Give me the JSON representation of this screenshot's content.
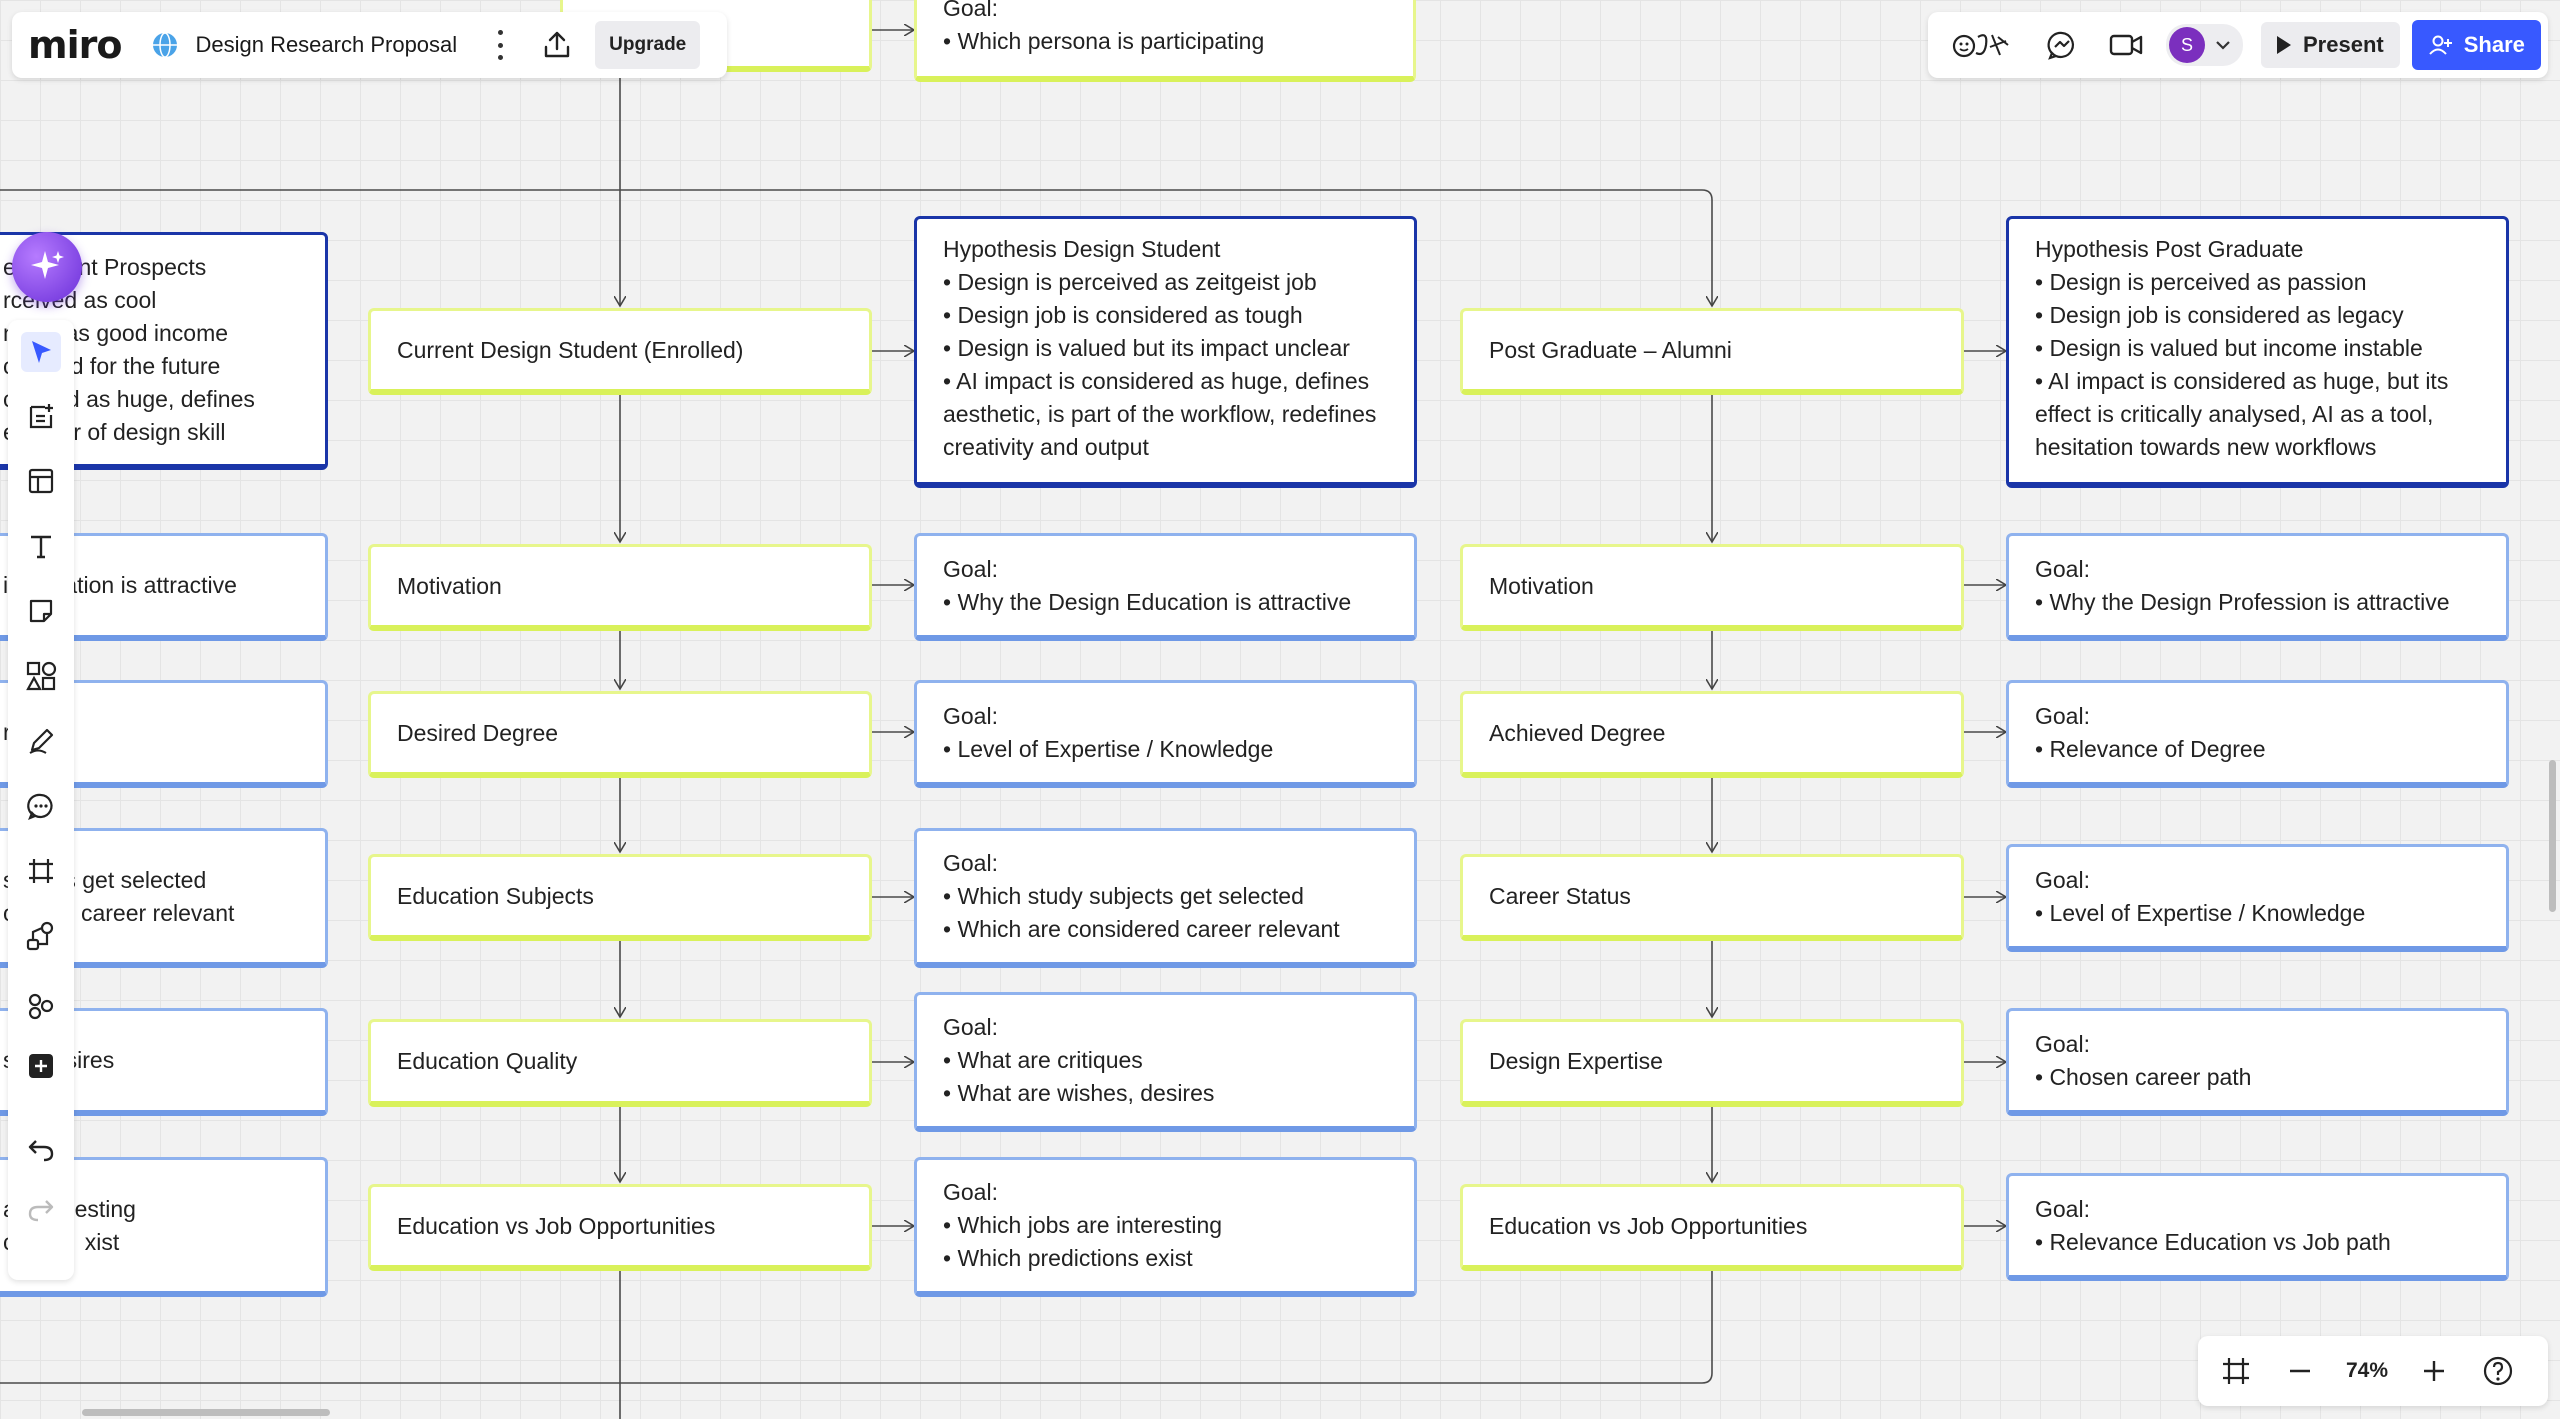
{
  "app": {
    "logo": "miro",
    "board_title": "Design Research Proposal",
    "upgrade_label": "Upgrade"
  },
  "header_right": {
    "present_label": "Present",
    "share_label": "Share",
    "avatar_initial": "S"
  },
  "zoom": {
    "level": "74%"
  },
  "colors": {
    "accent": "#3859ff",
    "ai": "#7b3fe4",
    "yellow_border": "#d9f15a",
    "blue_border": "#6f99e6",
    "navy_border": "#1a35a8"
  },
  "toolbar": {
    "items": [
      "sparkle-ai-icon",
      "select-cursor-icon",
      "add-note-icon",
      "templates-icon",
      "text-icon",
      "sticky-note-icon",
      "shapes-icon",
      "pen-icon",
      "comment-icon",
      "frame-icon",
      "flow-icon",
      "more-apps-icon",
      "add-icon",
      "undo-icon",
      "redo-icon"
    ]
  },
  "board": {
    "top_goal": "Goal:\n• Which persona is participating",
    "left_column": {
      "hypothesis": "es  udent Prospects\nrceived as cool\nns   d as good income\nci    ued for the future\nco   red as huge, defines\ne    nter of design skill",
      "motivation_goal": "ig     cation is attractive",
      "degree_goal": "re",
      "subjects_goal": "s s     s get selected\nor      d career relevant",
      "quality_goal": "sh      sires",
      "opportunities_goal": "ar        esting\nct          xist"
    },
    "student": {
      "title": "Current Design Student (Enrolled)",
      "hypothesis": "Hypothesis Design Student\n• Design is perceived as zeitgeist job\n• Design job is considered as tough\n• Design is valued but its impact unclear\n• AI impact is considered as huge, defines aesthetic, is part of the workflow, redefines creativity and output",
      "rows": [
        {
          "label": "Motivation",
          "goal": "Goal:\n• Why the Design Education is attractive"
        },
        {
          "label": "Desired Degree",
          "goal": "Goal:\n• Level of Expertise / Knowledge"
        },
        {
          "label": "Education Subjects",
          "goal": "Goal:\n• Which study subjects get selected\n• Which are considered career relevant"
        },
        {
          "label": "Education Quality",
          "goal": "Goal:\n• What are critiques\n• What are wishes, desires"
        },
        {
          "label": "Education vs Job Opportunities",
          "goal": "Goal:\n• Which jobs are interesting\n• Which predictions exist"
        }
      ]
    },
    "graduate": {
      "title": "Post Graduate – Alumni",
      "hypothesis": "Hypothesis Post Graduate\n• Design is perceived as passion\n• Design job is considered as legacy\n• Design is valued but income instable\n• AI impact is considered as huge, but its effect is critically analysed, AI as a tool, hesitation towards new workflows",
      "rows": [
        {
          "label": "Motivation",
          "goal": "Goal:\n• Why the Design Profession is attractive"
        },
        {
          "label": "Achieved Degree",
          "goal": "Goal:\n• Relevance of Degree"
        },
        {
          "label": "Career Status",
          "goal": "Goal:\n• Level of Expertise / Knowledge"
        },
        {
          "label": "Design Expertise",
          "goal": "Goal:\n• Chosen career path"
        },
        {
          "label": "Education vs Job Opportunities",
          "goal": "Goal:\n• Relevance Education vs Job path"
        }
      ]
    }
  }
}
